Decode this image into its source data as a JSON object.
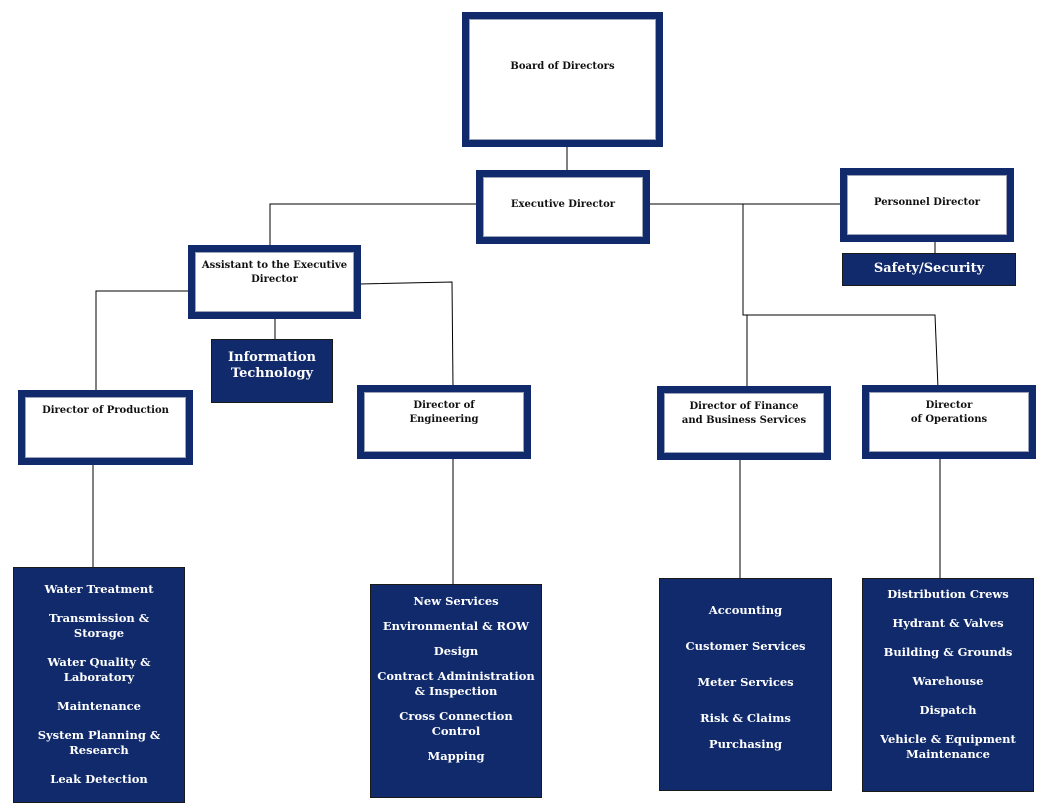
{
  "colors": {
    "box_navy": "#102a6b",
    "line": "#000000",
    "background": "#ffffff"
  },
  "board": "Board of Directors",
  "executive_director": "Executive Director",
  "personnel_director": "Personnel Director",
  "safety_security": "Safety/Security",
  "assistant": "Assistant to the Executive\nDirector",
  "information_technology": "Information\nTechnology",
  "production": {
    "title": "Director of Production",
    "items": [
      "Water Treatment",
      "Transmission &\nStorage",
      "Water Quality &\nLaboratory",
      "Maintenance",
      "System Planning &\nResearch",
      "Leak Detection"
    ]
  },
  "engineering": {
    "title": "Director of\nEngineering",
    "items": [
      "New Services",
      "Environmental & ROW",
      "Design",
      "Contract Administration\n& Inspection",
      "Cross Connection\nControl",
      "Mapping"
    ]
  },
  "finance": {
    "title": "Director of Finance\nand Business Services",
    "items": [
      "Accounting",
      "Customer Services",
      "Meter Services",
      "Risk & Claims",
      "Purchasing"
    ]
  },
  "operations": {
    "title": "Director\nof Operations",
    "items": [
      "Distribution Crews",
      "Hydrant & Valves",
      "Building & Grounds",
      "Warehouse",
      "Dispatch",
      "Vehicle & Equipment\nMaintenance"
    ]
  }
}
